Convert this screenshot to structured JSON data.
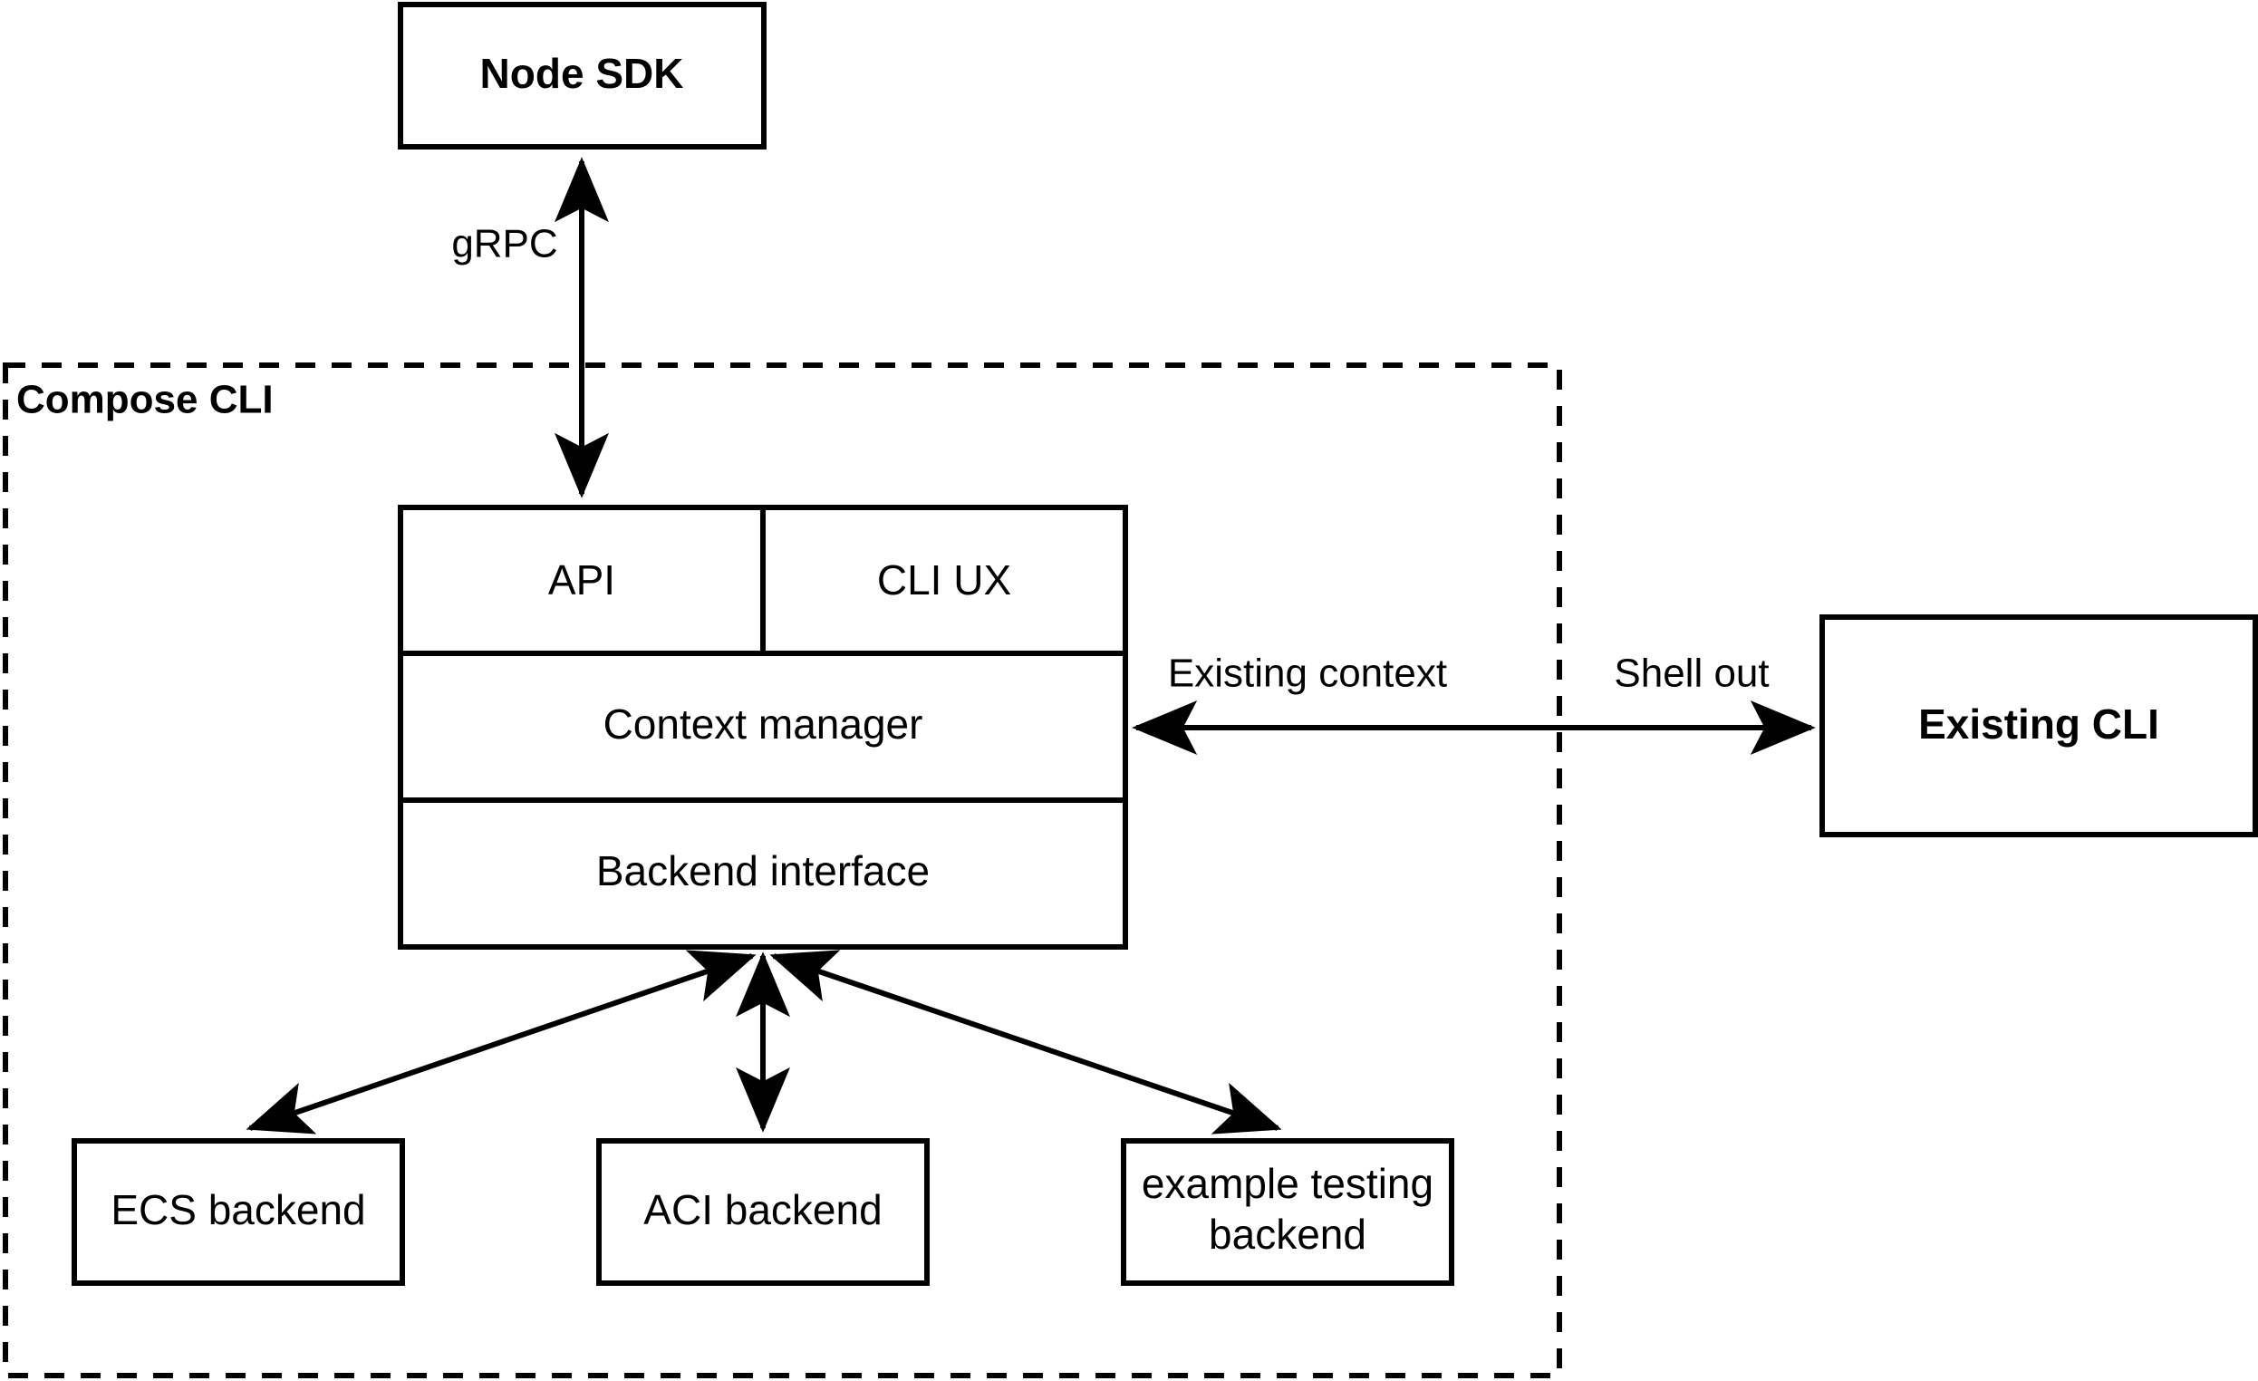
{
  "diagram": {
    "title_group": "Compose CLI",
    "nodes": {
      "node_sdk": {
        "label": "Node SDK"
      },
      "api": {
        "label": "API"
      },
      "cli_ux": {
        "label": "CLI UX"
      },
      "context_manager": {
        "label": "Context manager"
      },
      "backend_interface": {
        "label": "Backend interface"
      },
      "existing_cli": {
        "label": "Existing CLI"
      },
      "ecs_backend": {
        "label": "ECS backend"
      },
      "aci_backend": {
        "label": "ACI backend"
      },
      "example_testing_backend_line1": {
        "label": "example testing"
      },
      "example_testing_backend_line2": {
        "label": "backend"
      }
    },
    "edges": {
      "grpc": {
        "label": "gRPC"
      },
      "existing_context": {
        "label": "Existing context"
      },
      "shell_out": {
        "label": "Shell out"
      }
    },
    "colors": {
      "stroke": "#000000",
      "fill": "#ffffff",
      "text": "#000000"
    }
  }
}
